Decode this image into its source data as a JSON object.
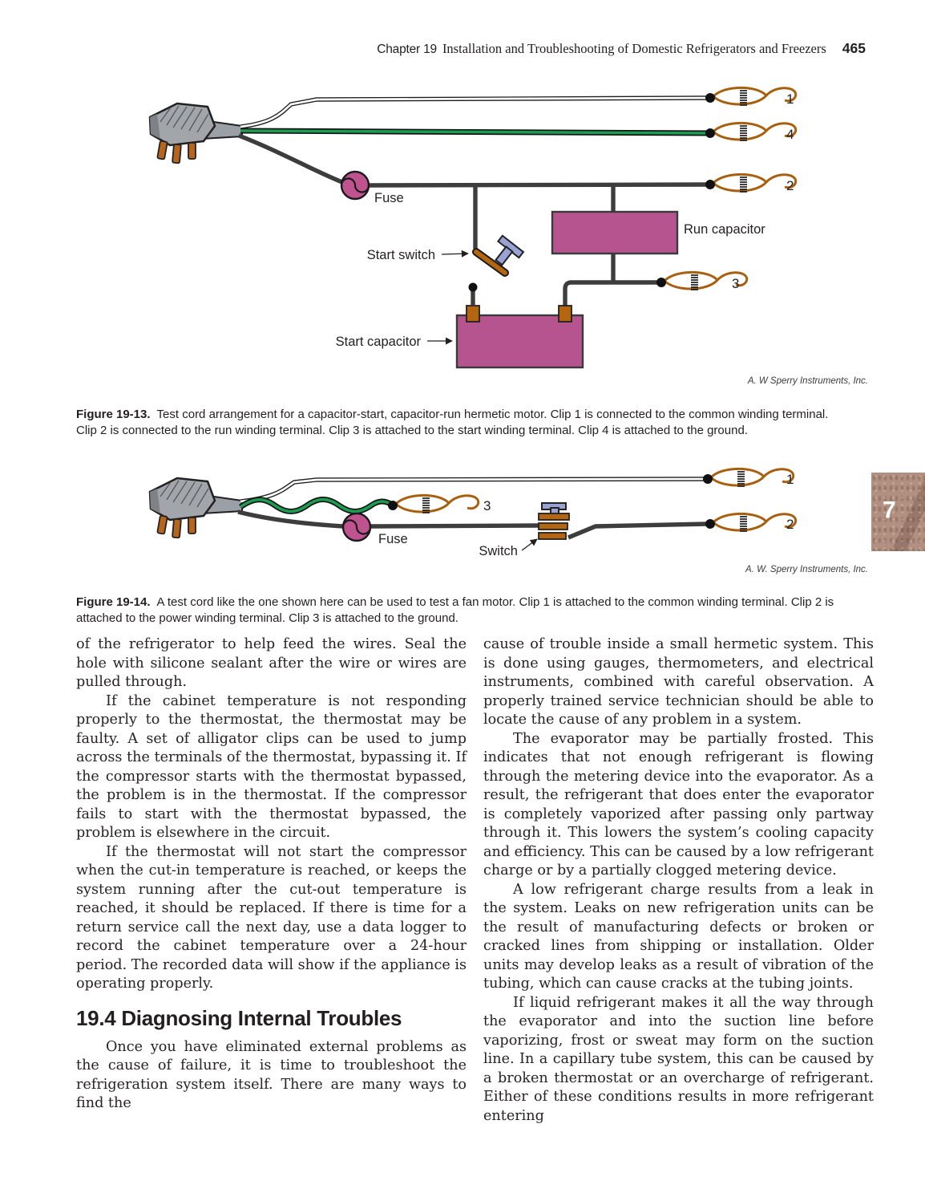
{
  "header": {
    "chapter_label": "Chapter 19",
    "chapter_title": "Installation and Troubleshooting of Domestic Refrigerators and Freezers",
    "page_number": "465"
  },
  "chapter_tab": {
    "number": "7"
  },
  "figure13": {
    "credit": "A. W Sperry Instruments, Inc.",
    "caption_label": "Figure 19-13.",
    "caption_text": "Test cord arrangement for a capacitor-start, capacitor-run hermetic motor. Clip 1 is connected to the common winding terminal. Clip 2 is connected to the run winding terminal. Clip 3 is attached to the start winding terminal. Clip 4 is attached to the ground.",
    "labels": {
      "fuse": "Fuse",
      "start_switch": "Start switch",
      "run_capacitor": "Run capacitor",
      "start_capacitor": "Start capacitor",
      "clip1": "1",
      "clip2": "2",
      "clip3": "3",
      "clip4": "4"
    }
  },
  "figure14": {
    "credit": "A. W. Sperry Instruments, Inc.",
    "caption_label": "Figure 19-14.",
    "caption_text": "A test cord like the one shown here can be used to test a fan motor. Clip 1 is attached to the common winding terminal. Clip 2 is attached to the power winding terminal. Clip 3 is attached to the ground.",
    "labels": {
      "fuse": "Fuse",
      "switch": "Switch",
      "clip1": "1",
      "clip2": "2",
      "clip3": "3"
    }
  },
  "body": {
    "left": {
      "p1": "of the refrigerator to help feed the wires. Seal the hole with silicone sealant after the wire or wires are pulled through.",
      "p2": "If the cabinet temperature is not responding properly to the thermostat, the thermostat may be faulty. A set of alligator clips can be used to jump across the terminals of the thermostat, bypassing it. If the compressor starts with the thermostat bypassed, the problem is in the thermostat. If the compressor fails to start with the thermostat bypassed, the problem is elsewhere in the circuit.",
      "p3": "If the thermostat will not start the compressor when the cut-in temperature is reached, or keeps the system running after the cut-out temperature is reached, it should be replaced. If there is time for a return service call the next day, use a data logger to record the cabinet temperature over a 24-hour period. The recorded data will show if the appliance is operating properly.",
      "heading": "19.4 Diagnosing Internal Troubles",
      "p4": "Once you have eliminated external problems as the cause of failure, it is time to troubleshoot the refrigeration system itself. There are many ways to find the"
    },
    "right": {
      "p1": "cause of trouble inside a small hermetic system. This is done using gauges, thermometers, and electrical instruments, combined with careful observation. A properly trained service technician should be able to locate the cause of any problem in a system.",
      "p2": "The evaporator may be partially frosted. This indicates that not enough refrigerant is flowing through the metering device into the evaporator. As a result, the refrigerant that does enter the evaporator is completely vaporized after passing only partway through it. This lowers the system’s cooling capacity and efficiency. This can be caused by a low refrigerant charge or by a partially clogged metering device.",
      "p3": "A low refrigerant charge results from a leak in the system. Leaks on new refrigeration units can be the result of manufacturing defects or broken or cracked lines from shipping or installation. Older units may develop leaks as a result of vibration of the tubing, which can cause cracks at the tubing joints.",
      "p4": "If liquid refrigerant makes it all the way through the evaporator and into the suction line before vaporizing, frost or sweat may form on the suction line. In a capillary tube system, this can be caused by a broken thermostat or an overcharge of refrigerant. Either of these conditions results in more refrigerant entering"
    }
  },
  "colors": {
    "capacitor-pink": "#b5548e",
    "fuse-pink": "#bf5390",
    "wire-green": "#1c9b53",
    "wire-dark": "#3d3d3d",
    "clip-orange": "#a8600f",
    "terminal-orange": "#b4650f",
    "handle-blue": "#98a3d4",
    "plug-gray": "#9aa0a6",
    "prong-brown": "#b5651d",
    "tab-tan": "#b18f81",
    "text-ink": "#231f20"
  }
}
